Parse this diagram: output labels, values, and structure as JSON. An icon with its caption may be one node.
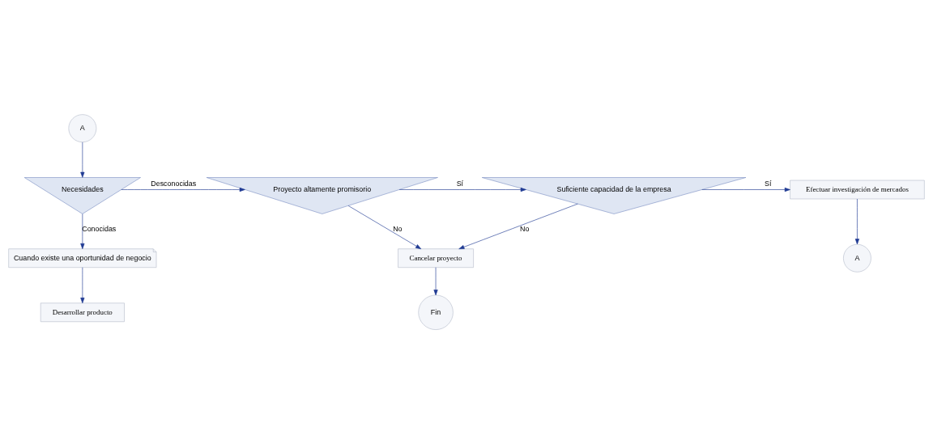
{
  "diagram": {
    "nodes": [
      {
        "text": [
          "A"
        ]
      },
      {
        "text": [
          "Necesidades"
        ]
      },
      {
        "text": [
          "Proyecto altamente promisorio"
        ]
      },
      {
        "text": [
          "Suficiente capacidad de la empresa"
        ]
      },
      {
        "text": [
          "Efectuar investigación de mercados"
        ]
      },
      {
        "text": [
          "A"
        ]
      },
      {
        "text": [
          "Cuando existe una oportunidad de negocio"
        ]
      },
      {
        "text": [
          "Desarrollar producto"
        ]
      },
      {
        "text": [
          "Cancelar proyecto"
        ]
      },
      {
        "text": [
          "Fin"
        ]
      }
    ],
    "edges": [
      {
        "from": 0,
        "to": 1,
        "arrow": "to"
      },
      {
        "from": 1,
        "to": 2,
        "label": "Desconocidas",
        "arrow": "to"
      },
      {
        "from": 2,
        "to": 3,
        "label": "Sí",
        "arrow": "to"
      },
      {
        "from": 3,
        "to": 4,
        "label": "Sí",
        "arrow": "to"
      },
      {
        "from": 4,
        "to": 5,
        "arrow": "to"
      },
      {
        "from": 1,
        "to": 6,
        "label": "Conocidas",
        "arrow": "to"
      },
      {
        "from": 6,
        "to": 7,
        "arrow": "to"
      },
      {
        "from": 2,
        "to": 8,
        "label": "No",
        "arrow": "to"
      },
      {
        "from": 3,
        "to": 8,
        "label": "No",
        "arrow": "to"
      },
      {
        "from": 8,
        "to": 9,
        "arrow": "to"
      }
    ]
  }
}
